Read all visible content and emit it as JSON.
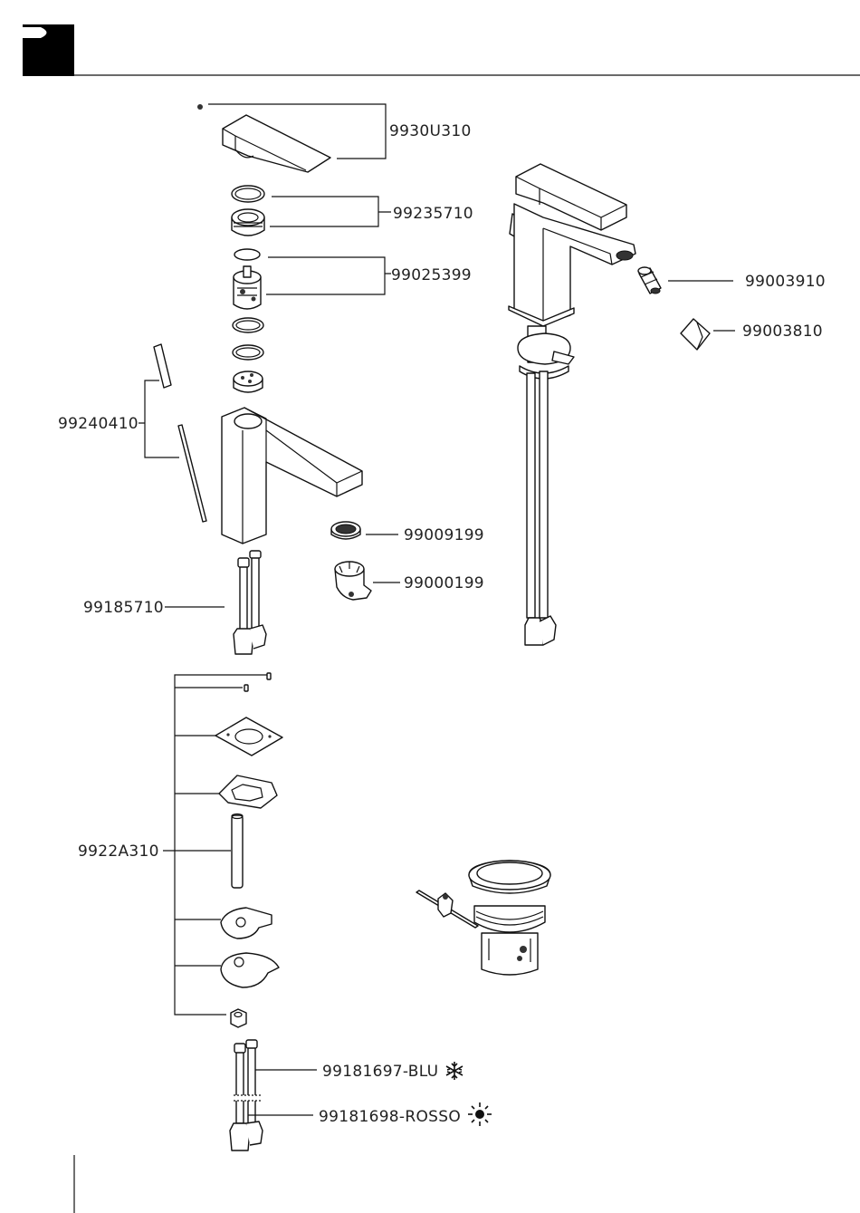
{
  "labels": {
    "handle": "9930U310",
    "seal_ring": "99235710",
    "cartridge": "99025399",
    "aerator_1": "99003910",
    "aerator_cover": "99003810",
    "rod": "99240410",
    "aerator_2": "99009199",
    "aerator_key": "99000199",
    "hoses": "99185710",
    "fixing_kit": "9922A310",
    "hose_cold": "99181697-BLU",
    "hose_hot": "99181698-ROSSO"
  },
  "icons": {
    "cold": "snowflake-icon",
    "hot": "sun-icon"
  },
  "colors": {
    "line": "#111111",
    "tab": "#000000"
  }
}
